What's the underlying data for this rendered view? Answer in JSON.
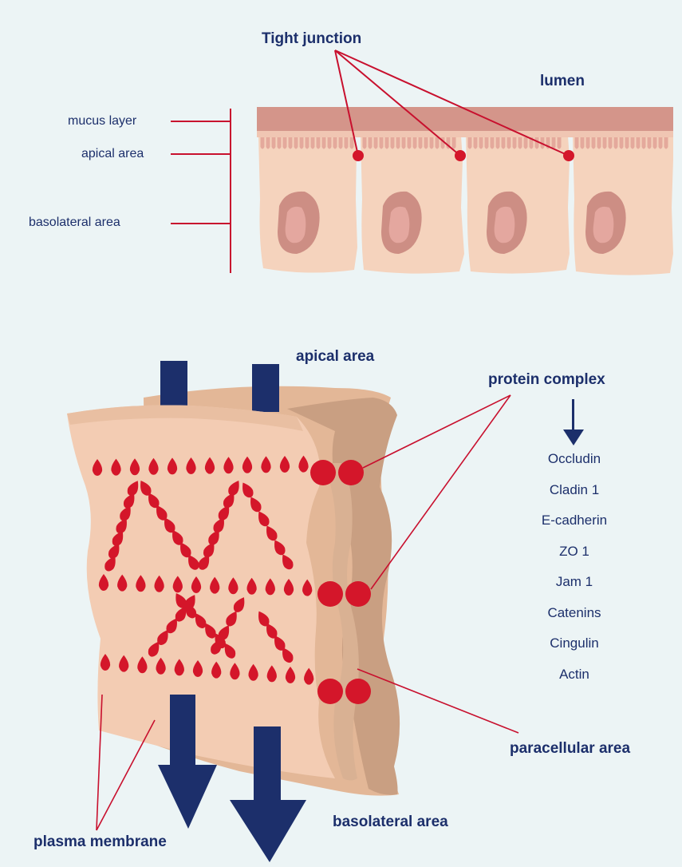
{
  "top_diagram": {
    "title": "Tight junction",
    "lumen": "lumen",
    "layers": [
      "mucus layer",
      "apical area",
      "basolateral area"
    ]
  },
  "bottom_diagram": {
    "apical_label": "apical area",
    "protein_complex_label": "protein complex",
    "proteins": [
      "Occludin",
      "Cladin 1",
      "E-cadherin",
      "ZO 1",
      "Jam 1",
      "Catenins",
      "Cingulin",
      "Actin"
    ],
    "paracellular_label": "paracellular area",
    "basolateral_label": "basolateral area",
    "plasma_membrane_label": "plasma membrane"
  },
  "colors": {
    "background": "#ecf4f5",
    "navy": "#1c2f6b",
    "red": "#d4162a",
    "cell": "#f5d3bd",
    "mucus": "#d4958a",
    "nucleus": "#cd8e84",
    "membrane": "#e6bc9f",
    "membrane_side": "#c99f82"
  }
}
